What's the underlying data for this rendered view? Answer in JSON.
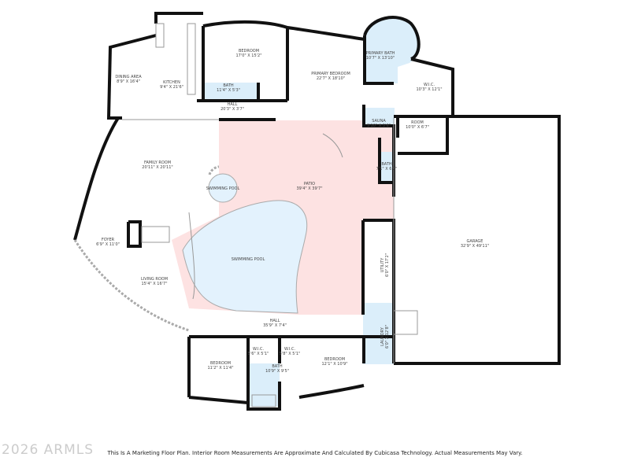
{
  "colors": {
    "patio": "#fde2e2",
    "pool": "#e3f2fd",
    "wet_room": "#dbeefa",
    "wall": "#111111"
  },
  "rooms": {
    "dining": {
      "name": "DINING AREA",
      "dim": "8'9\" X 16'4\""
    },
    "kitchen": {
      "name": "KITCHEN",
      "dim": "9'4\" X 21'6\""
    },
    "bedroom1": {
      "name": "BEDROOM",
      "dim": "17'0\" X 15'2\""
    },
    "bath1": {
      "name": "BATH",
      "dim": "11'4\" X 5'3\""
    },
    "hall1": {
      "name": "HALL",
      "dim": "20'3\" X 3'7\""
    },
    "primary_bedroom": {
      "name": "PRIMARY BEDROOM",
      "dim": "22'7\" X 18'10\""
    },
    "primary_bath": {
      "name": "PRIMARY BATH",
      "dim": "10'7\" X 13'10\""
    },
    "wic1": {
      "name": "W.I.C.",
      "dim": "10'3\" X 12'1\""
    },
    "sauna": {
      "name": "SAUNA",
      "dim": "5'10\" X 5'6\""
    },
    "room": {
      "name": "ROOM",
      "dim": "10'0\" X 6'7\""
    },
    "bath2": {
      "name": "BATH",
      "dim": "7'1\" X 6'2\""
    },
    "family": {
      "name": "FAMILY ROOM",
      "dim": "20'11\" X 20'11\""
    },
    "patio": {
      "name": "PATIO",
      "dim": "39'4\" X 39'7\""
    },
    "spa": {
      "name": "SWIMMING POOL"
    },
    "pool": {
      "name": "SWIMMING POOL"
    },
    "foyer": {
      "name": "FOYER",
      "dim": "6'9\" X 11'0\""
    },
    "living": {
      "name": "LIVING ROOM",
      "dim": "15'4\" X 16'7\""
    },
    "garage": {
      "name": "GARAGE",
      "dim": "32'9\" X 49'11\""
    },
    "utility": {
      "name": "UTILITY",
      "dim": "6'0\" X 17'2\""
    },
    "laundry": {
      "name": "LAUNDRY",
      "dim": "6'0\" X 12'8\""
    },
    "hall2": {
      "name": "HALL",
      "dim": "35'9\" X 7'4\""
    },
    "wic2": {
      "name": "W.I.C.",
      "dim": "5'6\" X 5'1\""
    },
    "wic3": {
      "name": "W.I.C.",
      "dim": "5'8\" X 5'1\""
    },
    "bedroom2": {
      "name": "BEDROOM",
      "dim": "11'2\" X 11'4\""
    },
    "bath3": {
      "name": "BATH",
      "dim": "10'9\" X 9'5\""
    },
    "bedroom3": {
      "name": "BEDROOM",
      "dim": "12'1\" X 10'9\""
    }
  },
  "watermark": "2026 ARMLS",
  "footer": "This Is A Marketing Floor Plan. Interior Room Measurements Are Approximate And Calculated By Cubicasa Technology. Actual Measurements May Vary."
}
